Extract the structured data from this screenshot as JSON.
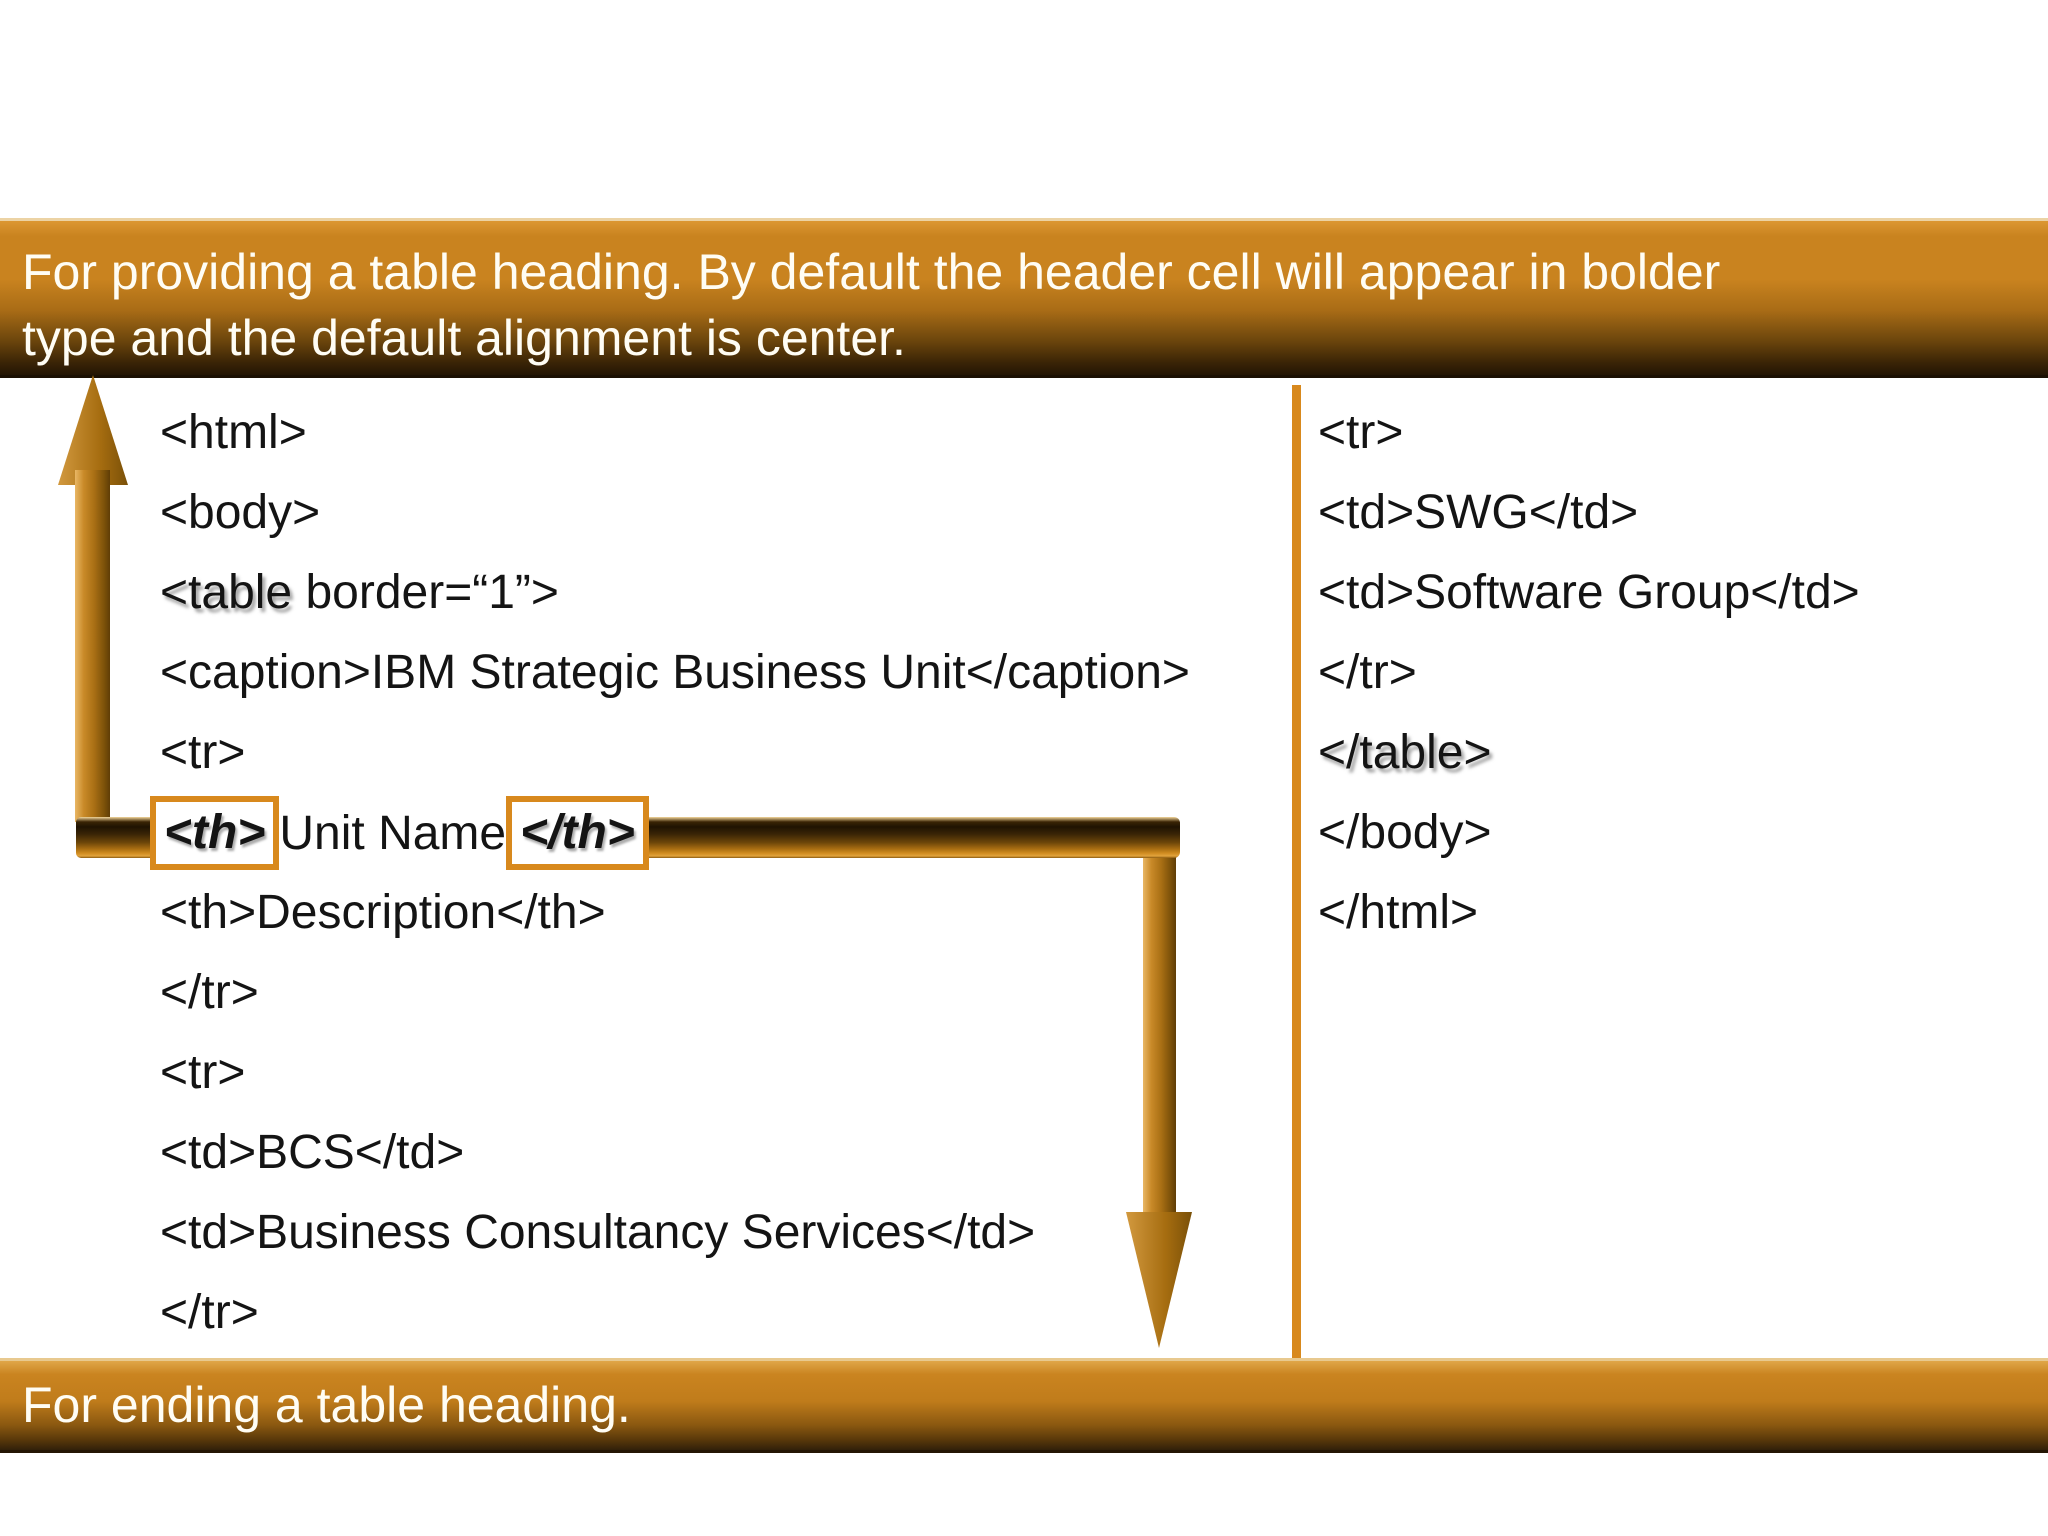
{
  "banners": {
    "top": {
      "lines": [
        "For providing a table heading. By default the header cell will appear in bolder",
        "type and the default alignment is center."
      ]
    },
    "bottom": {
      "text": "For ending a table heading."
    }
  },
  "code": {
    "left": {
      "html_open": "<html>",
      "body_open": "<body>",
      "table_open_tag": "<table",
      "table_open_rest": " border=“1”>",
      "caption_line": "<caption>IBM Strategic Business Unit</caption>",
      "tr_open_1": "<tr>",
      "th_open": "<th>",
      "th_content": "Unit Name",
      "th_close": "</th>",
      "th_description": "<th>Description</th>",
      "tr_close_1": "</tr>",
      "tr_open_2": "<tr>",
      "td_bcs": "<td>BCS</td>",
      "td_business": "<td>Business Consultancy Services</td>",
      "tr_close_2": "</tr>"
    },
    "right": {
      "tr_open": "<tr>",
      "td_swg": "<td>SWG</td>",
      "td_software_group": "<td>Software Group</td>",
      "tr_close": "</tr>",
      "table_close": "</table>",
      "body_close": "</body>",
      "html_close": "</html>"
    }
  },
  "colors": {
    "accent_orange": "#d8891d",
    "banner_orange": "#c9831f",
    "banner_dark": "#241504",
    "text_on_banner": "#fffdf4",
    "code_text": "#141414"
  }
}
